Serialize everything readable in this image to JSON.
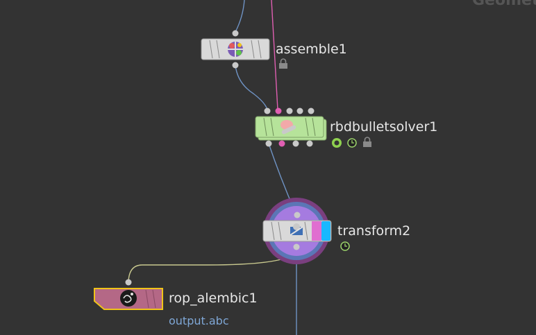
{
  "canvas": {
    "corner_text": "Geometry"
  },
  "nodes": {
    "assemble": {
      "name": "assemble1",
      "icon": "assemble-icon",
      "flags": [
        "lock-icon"
      ]
    },
    "rbd": {
      "name": "rbdbulletsolver1",
      "icon": "rbd-solver-icon",
      "flags": [
        "display-flag-icon",
        "time-dependent-icon",
        "lock-icon"
      ]
    },
    "transform": {
      "name": "transform2",
      "icon": "transform-icon",
      "flags": [
        "time-dependent-icon"
      ]
    },
    "rop": {
      "name": "rop_alembic1",
      "icon": "alembic-icon",
      "output": "output.abc"
    }
  },
  "colors": {
    "background": "#333333",
    "wire_blue": "#6f93c4",
    "wire_pink": "#e05fb2",
    "wire_yellow": "#c9c98f",
    "node_gray": "#d9d9d9",
    "node_green": "#b6e39a",
    "rop_pink": "#b46886",
    "rop_border": "#f0c419",
    "display_flag": "#19b8ff",
    "render_flag": "#e06fd0"
  }
}
